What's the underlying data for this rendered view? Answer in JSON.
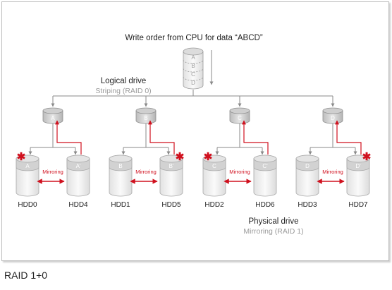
{
  "title": "Write order from CPU for data “ABCD”",
  "source_stack": [
    "A",
    "B",
    "C",
    "D"
  ],
  "logical": {
    "heading": "Logical drive",
    "subheading": "Striping (RAID 0)"
  },
  "physical": {
    "heading": "Physical drive",
    "subheading": "Mirroring (RAID 1)"
  },
  "mirror_label": "Mirroring",
  "groups": [
    {
      "stripe": "A",
      "primary": {
        "disk": "A",
        "name": "HDD0"
      },
      "mirror": {
        "disk": "A'",
        "name": "HDD4"
      }
    },
    {
      "stripe": "B",
      "primary": {
        "disk": "B",
        "name": "HDD1"
      },
      "mirror": {
        "disk": "B'",
        "name": "HDD5"
      }
    },
    {
      "stripe": "C",
      "primary": {
        "disk": "C",
        "name": "HDD2"
      },
      "mirror": {
        "disk": "C'",
        "name": "HDD6"
      }
    },
    {
      "stripe": "D",
      "primary": {
        "disk": "D",
        "name": "HDD3"
      },
      "mirror": {
        "disk": "D'",
        "name": "HDD7"
      }
    }
  ],
  "caption": "RAID 1+0",
  "colors": {
    "red": "#d0101e",
    "gray_text": "#9a9a9a",
    "line": "#8a8a8a"
  }
}
